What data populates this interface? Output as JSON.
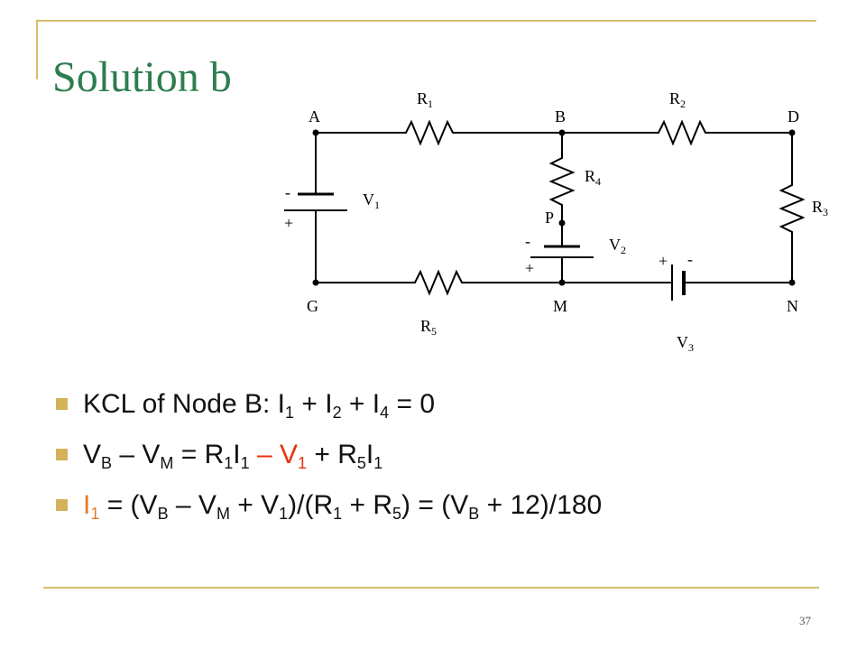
{
  "slide": {
    "title": "Solution b",
    "page_number": "37"
  },
  "circuit": {
    "nodes": {
      "A": "A",
      "B": "B",
      "D": "D",
      "G": "G",
      "M": "M",
      "N": "N",
      "P": "P"
    },
    "components": {
      "R1": {
        "name": "R",
        "sub": "1"
      },
      "R2": {
        "name": "R",
        "sub": "2"
      },
      "R3": {
        "name": "R",
        "sub": "3"
      },
      "R4": {
        "name": "R",
        "sub": "4"
      },
      "R5": {
        "name": "R",
        "sub": "5"
      },
      "V1": {
        "name": "V",
        "sub": "1"
      },
      "V2": {
        "name": "V",
        "sub": "2"
      },
      "V3": {
        "name": "V",
        "sub": "3"
      }
    },
    "polarity": {
      "minus": "-",
      "plus": "+"
    }
  },
  "bullets": {
    "b1": {
      "text": "KCL of Node B: I",
      "s1": "1",
      "t2": " + I",
      "s2": "2",
      "t3": " + I",
      "s3": "4",
      "t4": " = 0"
    },
    "b2": {
      "t1": "V",
      "s1": "B",
      "t2": " – V",
      "s2": "M",
      "t3": " = R",
      "s3": "1",
      "t4": "I",
      "s4": "1",
      "red": " – V",
      "sred": "1",
      "t5": " + R",
      "s5": "5",
      "t6": "I",
      "s6": "1"
    },
    "b3": {
      "o1": "I",
      "os1": "1",
      "t1": " = (V",
      "s1": "B",
      "t2": " – V",
      "s2": "M",
      "t3": " + V",
      "s3": "1",
      "t4": ")/(R",
      "s4": "1",
      "t5": " + R",
      "s5": "5",
      "t6": ") = (V",
      "s6": "B",
      "t7": " + 12)/180"
    }
  }
}
